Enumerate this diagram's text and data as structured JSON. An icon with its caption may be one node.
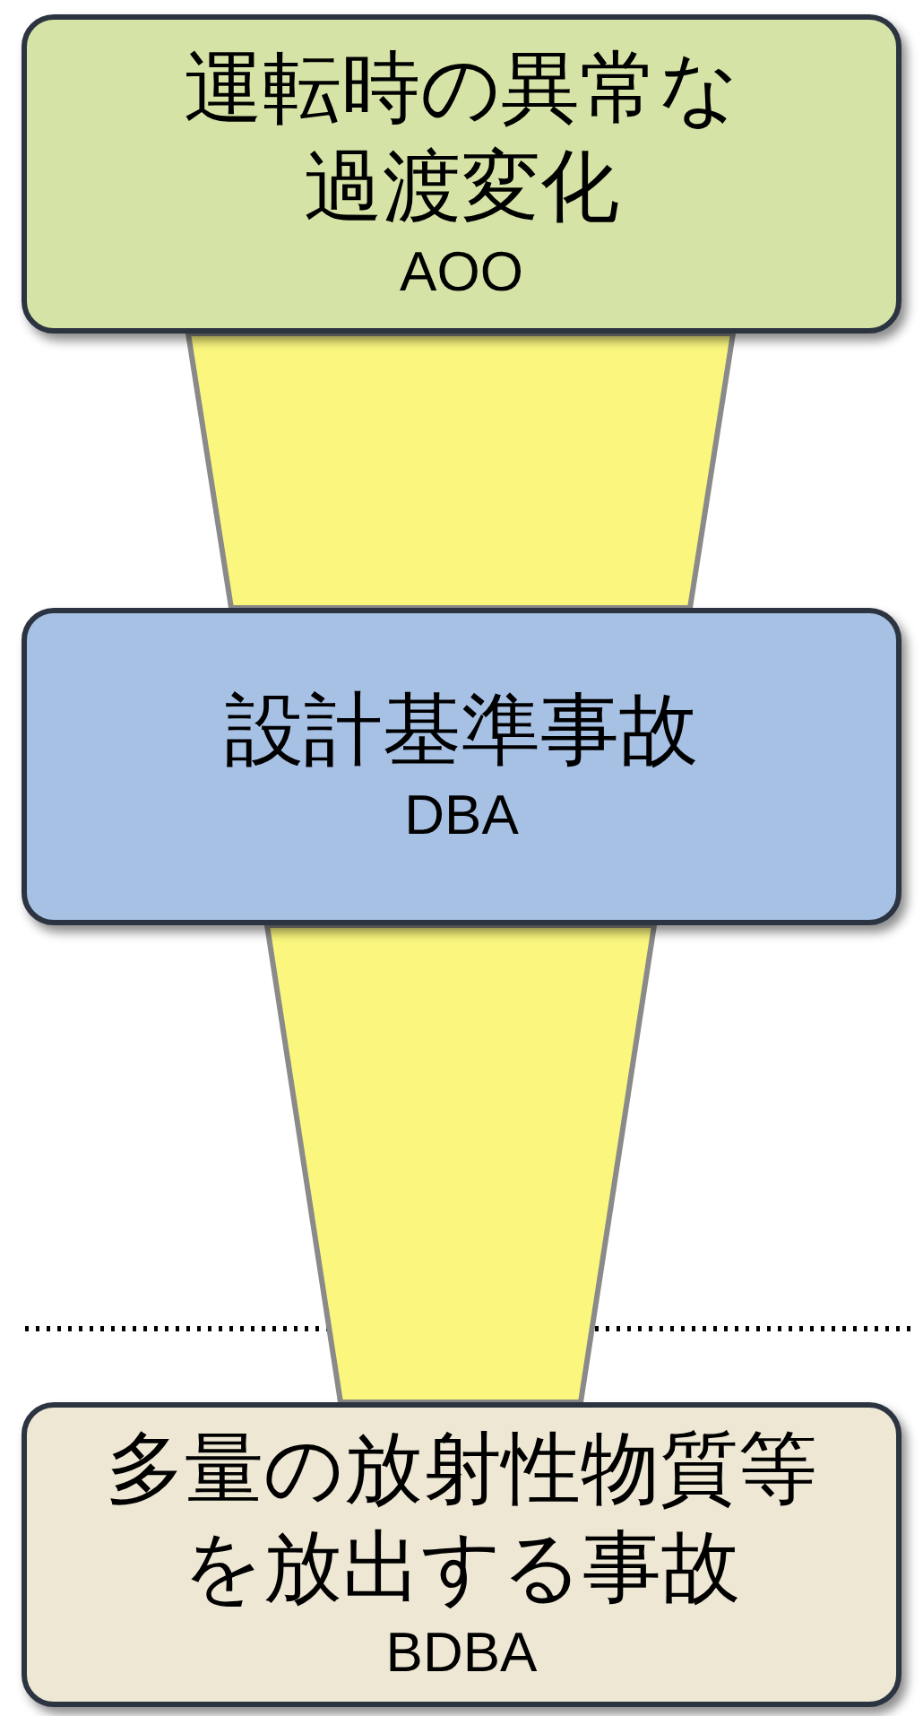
{
  "diagram": {
    "nodes": [
      {
        "text": [
          "運転時の異常な過渡変化",
          "AOO"
        ]
      },
      {
        "text": [
          "設計基準事故",
          "DBA"
        ]
      },
      {
        "text": [
          "多量の放射性物質等を放出する事故",
          "BDBA"
        ]
      }
    ],
    "edges": [
      {
        "from": 0,
        "to": 1,
        "arrow": "none",
        "style": "thick",
        "color": "#fbf77e"
      },
      {
        "from": 1,
        "to": 2,
        "arrow": "none",
        "style": "thick",
        "color": "#fbf77e"
      }
    ]
  }
}
